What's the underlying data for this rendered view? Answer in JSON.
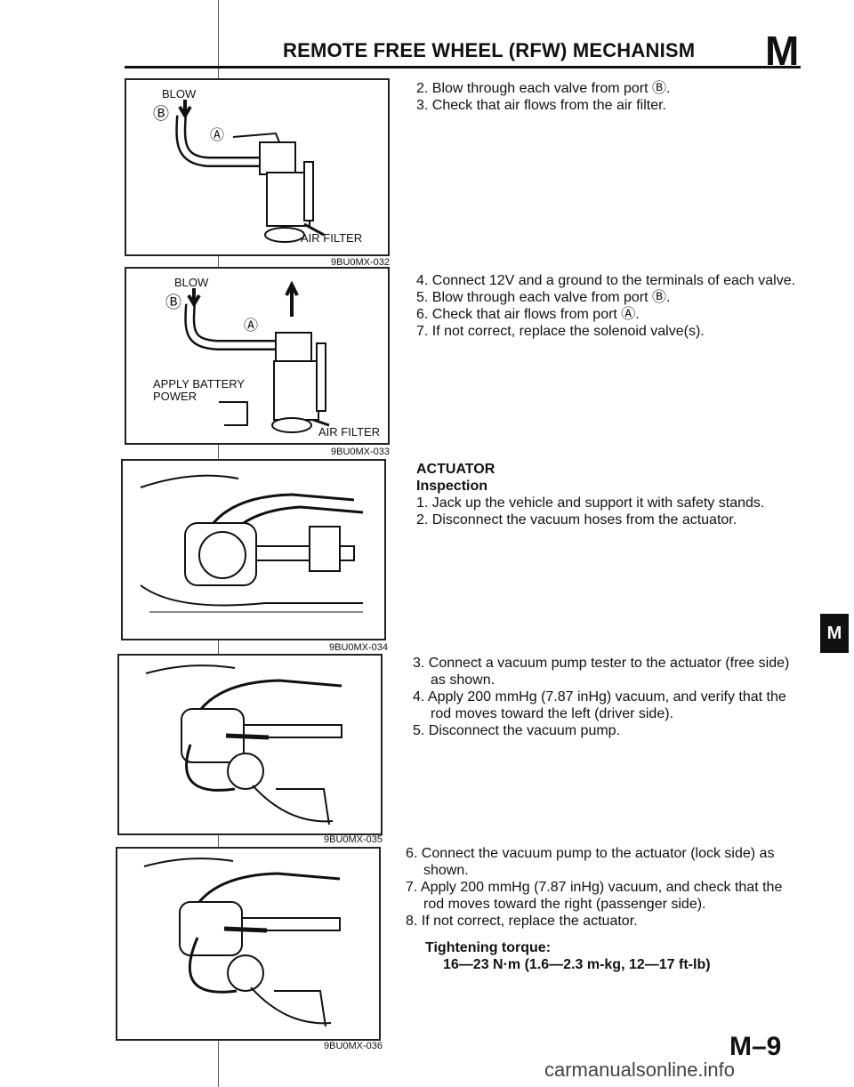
{
  "header": {
    "title": "REMOTE FREE WHEEL (RFW) MECHANISM",
    "section_letter": "M"
  },
  "figures": [
    {
      "code": "9BU0MX-032",
      "labels": [
        "BLOW",
        "Ⓑ",
        "Ⓐ",
        "AIR FILTER"
      ]
    },
    {
      "code": "9BU0MX-033",
      "labels": [
        "BLOW",
        "Ⓑ",
        "Ⓐ",
        "APPLY BATTERY",
        "POWER",
        "AIR FILTER"
      ]
    },
    {
      "code": "9BU0MX-034"
    },
    {
      "code": "9BU0MX-035"
    },
    {
      "code": "9BU0MX-036"
    }
  ],
  "block1": [
    "2. Blow through each valve from port Ⓑ.",
    "3. Check that air flows from the air filter."
  ],
  "block2": [
    "4. Connect 12V and a ground to the terminals of each valve.",
    "5. Blow through each valve from port Ⓑ.",
    "6. Check that air flows from port Ⓐ.",
    "7. If not correct, replace the solenoid valve(s)."
  ],
  "actuator": {
    "heading": "ACTUATOR",
    "subheading": "Inspection",
    "steps": [
      "1. Jack up the vehicle and support it with safety stands.",
      "2. Disconnect the vacuum hoses from the actuator."
    ]
  },
  "block3": {
    "step3a": "3. Connect a vacuum pump tester to the actuator (free side)",
    "step3b": "as shown.",
    "step4a": "4. Apply 200 mmHg (7.87 inHg) vacuum, and verify that the",
    "step4b": "rod moves toward the left (driver side).",
    "step5": "5. Disconnect the vacuum pump."
  },
  "block4": {
    "step6a": "6. Connect the vacuum pump to the actuator (lock side) as",
    "step6b": "shown.",
    "step7a": "7. Apply 200 mmHg (7.87 inHg) vacuum, and check that the",
    "step7b": "rod moves toward the right (passenger side).",
    "step8": "8. If not correct, replace the actuator."
  },
  "torque": {
    "label": "Tightening torque:",
    "value": "16—23 N·m (1.6—2.3 m-kg, 12—17 ft-lb)"
  },
  "side_tab": "M",
  "page_number": "M–9",
  "watermark": "carmanualsonline.info"
}
